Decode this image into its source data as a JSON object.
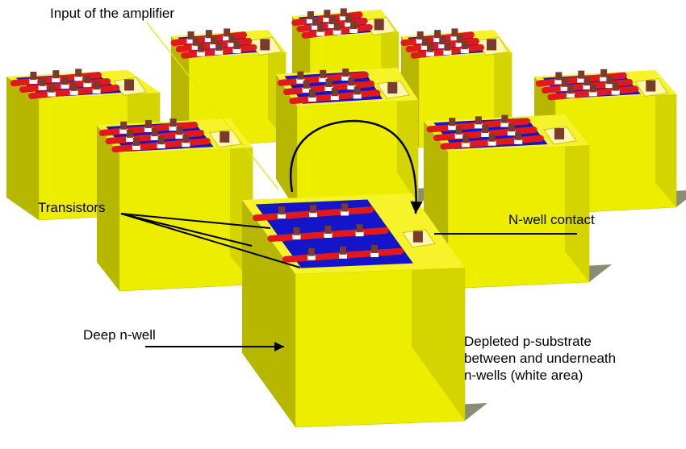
{
  "labels": {
    "input_amplifier": "Input of the amplifier",
    "transistors": "Transistors",
    "nwell_contact": "N-well contact",
    "deep_nwell": "Deep n-well",
    "depleted_substrate": [
      "Depleted p-substrate",
      "between and underneath",
      "n-wells (white area)"
    ]
  },
  "colors": {
    "well_front": "#eded00",
    "well_side": "#b7b700",
    "well_top": "#f6f32a",
    "diffusion": "#1414c8",
    "poly": "#e01a1a",
    "contact": "#7a3a2c",
    "oxide": "#ffffff",
    "shadow": "#2d2d00",
    "annotation": "#000000"
  }
}
